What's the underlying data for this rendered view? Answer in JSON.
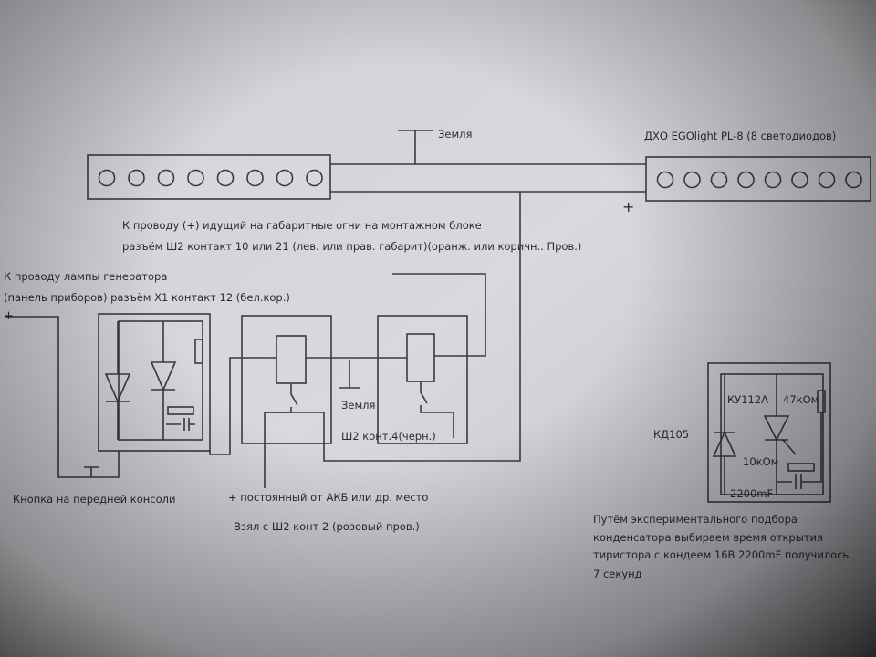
{
  "labels": {
    "ground_top": "Земля",
    "drl_title": "ДХО EGOlight  PL-8 (8 светодиодов)",
    "plus_mark": "+",
    "park_line1": "К проводу (+) идущий на габаритные огни на монтажном блоке",
    "park_line2": "разъём Ш2  контакт 10 или 21 (лев. или прав. габарит)(оранж. или коричн.. Пров.)",
    "gen_line1": "К проводу лампы генератора",
    "gen_line2": "(панель приборов)  разъём Х1 контакт 12 (бел.кор.)",
    "gen_plus": "+",
    "ground_mid": "Земля",
    "ground_w2": "Ш2 конт.4(черн.)",
    "button_label": "Кнопка на передней консоли",
    "battery_label": "+ постоянный от АКБ   или др. место",
    "pink_label": "Взял с Ш2 конт 2 (розовый пров.)",
    "kd105": "КД105",
    "ku112a": "КУ112А",
    "r47k": "47кОм",
    "r10k": "10кОм",
    "c2200": "2200mF",
    "note_line1": "Путём  экспериментального подбора",
    "note_line2": "конденсатора выбираем время открытия",
    "note_line3": "тиристора с кондеем 16В 2200mF получилось",
    "note_line4": "7 секунд"
  },
  "led_counts": {
    "left_bar": 8,
    "right_bar": 8
  }
}
